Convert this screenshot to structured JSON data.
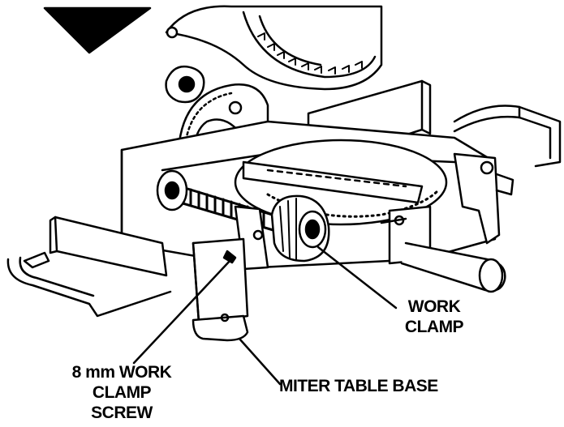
{
  "callouts": {
    "work_clamp": [
      "WORK",
      "CLAMP"
    ],
    "clamp_screw": [
      "8 mm WORK",
      "CLAMP",
      "SCREW"
    ],
    "miter_table_base": "MITER TABLE BASE"
  }
}
